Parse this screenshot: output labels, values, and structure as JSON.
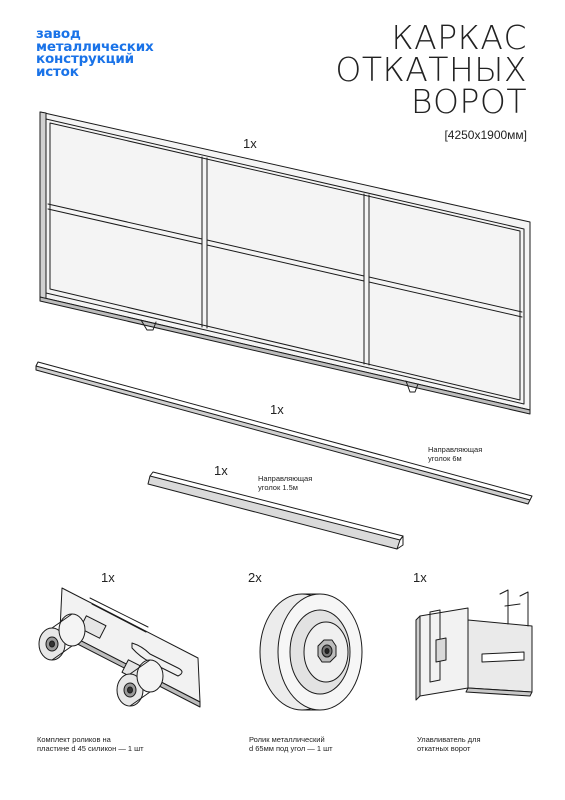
{
  "brand": {
    "lines": [
      "завод",
      "металлических",
      "конструкций",
      "исток"
    ],
    "color": "#1a73e8"
  },
  "title": {
    "lines": [
      "КАРКАС",
      "ОТКАТНЫХ",
      "ВОРОТ"
    ],
    "dimensions": "[4250x1900мм]"
  },
  "parts": [
    {
      "id": "frame",
      "qty": "1x",
      "label": []
    },
    {
      "id": "rail-6m",
      "qty": "1x",
      "label": [
        "Направляющая",
        "уголок 6м"
      ]
    },
    {
      "id": "rail-1-5m",
      "qty": "1x",
      "label": [
        "Направляющая",
        "уголок 1.5м"
      ]
    },
    {
      "id": "roller-set",
      "qty": "1x",
      "label": [
        "Комплект роликов на",
        "пластине d 45 силикон  — 1 шт"
      ]
    },
    {
      "id": "roller",
      "qty": "2x",
      "label": [
        "Ролик металлический",
        "d 65мм под угол — 1 шт"
      ]
    },
    {
      "id": "catcher",
      "qty": "1x",
      "label": [
        "Улавливатель для",
        "откатных ворот"
      ]
    }
  ]
}
